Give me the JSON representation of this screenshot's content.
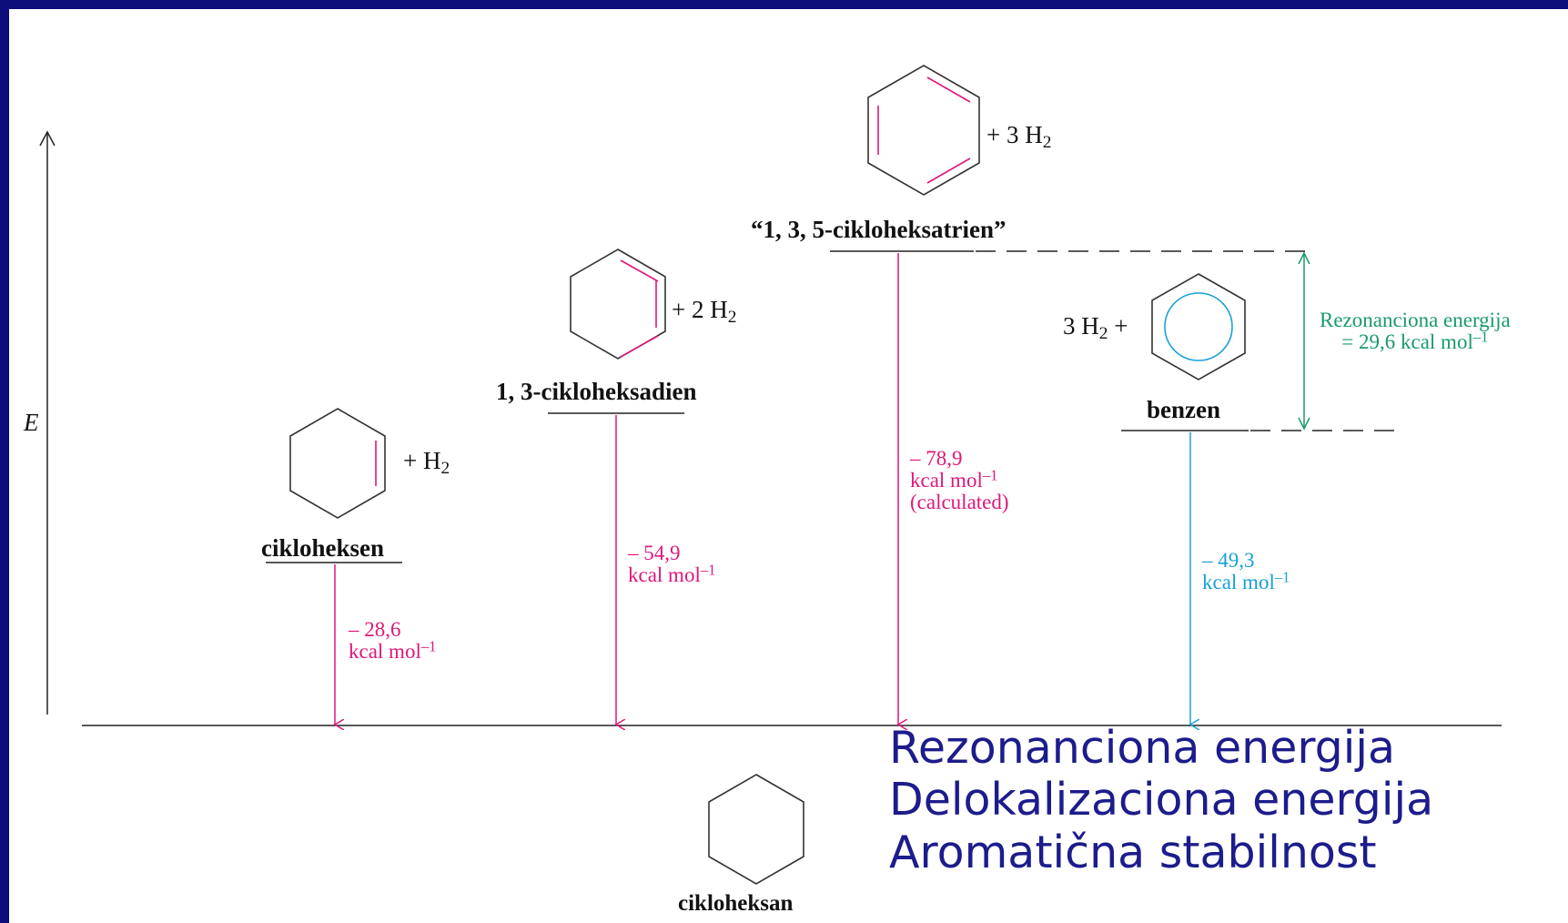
{
  "axis": {
    "label": "E"
  },
  "species": {
    "cyclohexene": {
      "name": "cikloheksen",
      "h2_text": "+ H",
      "h2_sub": "2"
    },
    "cyclohexadiene": {
      "name": "1, 3-cikloheksadien",
      "h2_text": "+ 2 H",
      "h2_sub": "2"
    },
    "cyclohexatriene": {
      "name": "“1, 3, 5-cikloheksatrien”",
      "h2_text": "+ 3 H",
      "h2_sub": "2"
    },
    "benzene": {
      "name": "benzen",
      "h2_text": "3 H",
      "h2_sub": "2",
      "plus": "+"
    },
    "cyclohexane": {
      "name": "cikloheksan"
    }
  },
  "energies": {
    "cyclohexene": {
      "value": "– 28,6",
      "unit": "kcal mol",
      "unit_sup": "–1"
    },
    "cyclohexadiene": {
      "value": "– 54,9",
      "unit": "kcal mol",
      "unit_sup": "–1"
    },
    "cyclohexatriene": {
      "value": "– 78,9",
      "unit": "kcal mol",
      "unit_sup": "–1",
      "note": "(calculated)"
    },
    "benzene": {
      "value": "– 49,3",
      "unit": "kcal mol",
      "unit_sup": "–1"
    }
  },
  "resonance": {
    "line1": "Rezonanciona energija",
    "line2": "= 29,6 kcal mol",
    "line2_sup": "–1"
  },
  "footer": {
    "line1": "Rezonanciona energija",
    "line2": "Delokalizaciona energija",
    "line3": "Aromatična stabilnost"
  },
  "colors": {
    "frame": "#0b0b7a",
    "magenta": "#e0177a",
    "cyan": "#1aa0d8",
    "green": "#1a9a6a",
    "footer_text": "#1c1c8c"
  }
}
